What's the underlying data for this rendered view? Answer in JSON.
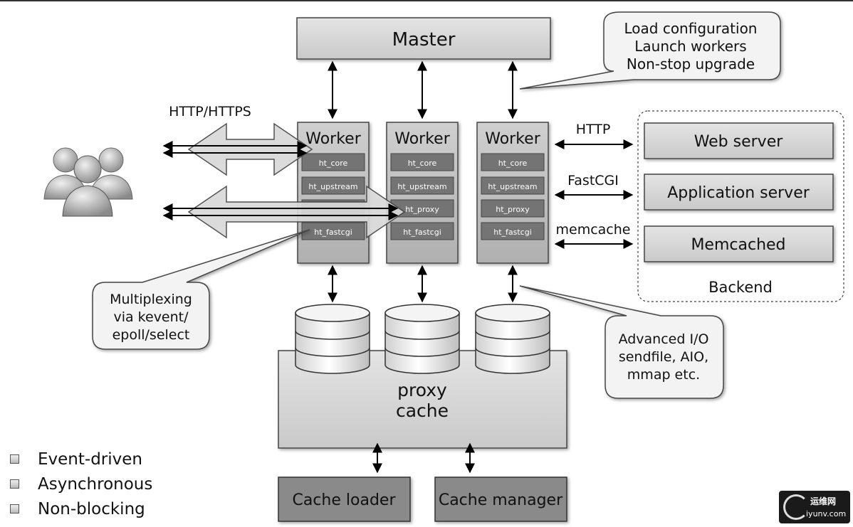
{
  "master": {
    "label": "Master"
  },
  "callouts": {
    "master": {
      "lines": [
        "Load configuration",
        "Launch workers",
        "Non-stop upgrade"
      ]
    },
    "multiplexing": {
      "lines": [
        "Multiplexing",
        "via kevent/",
        "epoll/select"
      ]
    },
    "advanced_io": {
      "lines": [
        "Advanced I/O",
        "sendfile, AIO,",
        "mmap etc."
      ]
    }
  },
  "protocols": {
    "client": "HTTP/HTTPS",
    "http": "HTTP",
    "fastcgi": "FastCGI",
    "memcache": "memcache"
  },
  "workers": [
    {
      "label": "Worker",
      "modules": [
        "ht_core",
        "ht_upstream",
        "",
        "ht_fastcgi"
      ]
    },
    {
      "label": "Worker",
      "modules": [
        "ht_core",
        "ht_upstream",
        "ht_proxy",
        "ht_fastcgi"
      ]
    },
    {
      "label": "Worker",
      "modules": [
        "ht_core",
        "ht_upstream",
        "ht_proxy",
        "ht_fastcgi"
      ]
    }
  ],
  "backend": {
    "label": "Backend",
    "servers": [
      "Web server",
      "Application server",
      "Memcached"
    ]
  },
  "proxy_cache": {
    "line1": "proxy",
    "line2": "cache"
  },
  "cache_loader": "Cache loader",
  "cache_manager": "Cache manager",
  "features": [
    "Event-driven",
    "Asynchronous",
    "Non-blocking"
  ],
  "logo": {
    "name": "运维网",
    "domain": "iyunv.com"
  },
  "colors": {
    "box_light": "#d4d4d4",
    "box_worker": "#bdbdbd",
    "module": "#737373",
    "box_dark": "#888888",
    "callout": "#f2f2f2"
  }
}
